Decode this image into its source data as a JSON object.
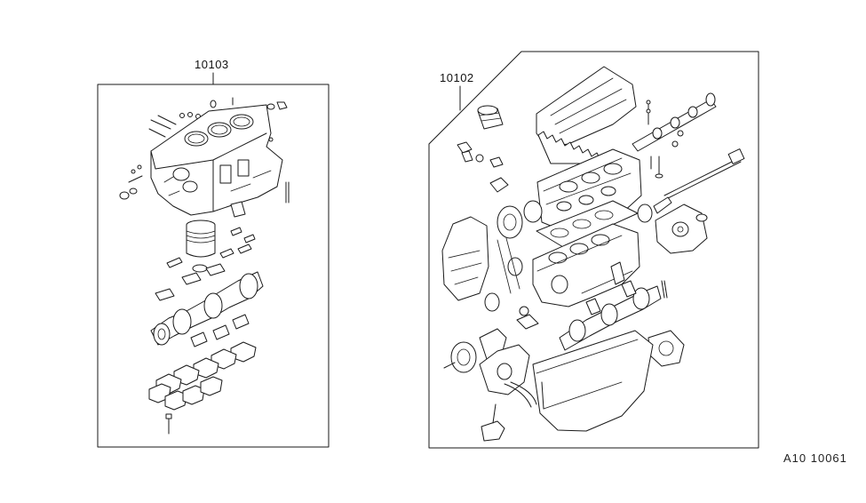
{
  "parts": [
    {
      "number": "10103"
    },
    {
      "number": "10102"
    }
  ],
  "reference_code": "A10 10061"
}
